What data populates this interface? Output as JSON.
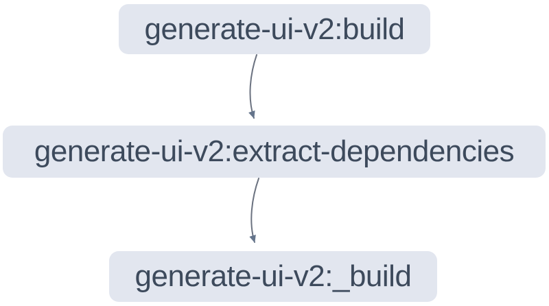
{
  "diagram": {
    "type": "task-dependency-graph",
    "nodes": [
      {
        "id": "generate-ui-v2:build",
        "label": "generate-ui-v2:build"
      },
      {
        "id": "generate-ui-v2:extract-dependencies",
        "label": "generate-ui-v2:extract-dependencies"
      },
      {
        "id": "generate-ui-v2:_build",
        "label": "generate-ui-v2:_build"
      }
    ],
    "edges": [
      {
        "from": "generate-ui-v2:build",
        "to": "generate-ui-v2:extract-dependencies"
      },
      {
        "from": "generate-ui-v2:extract-dependencies",
        "to": "generate-ui-v2:_build"
      }
    ],
    "colors": {
      "background": "#ffffff",
      "node_fill": "#e2e6ef",
      "node_text": "#3d4a5c",
      "edge_stroke": "#6b7280"
    }
  }
}
